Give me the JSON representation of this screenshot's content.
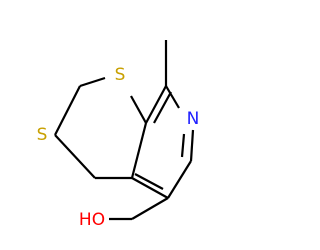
{
  "molecule": {
    "atoms": {
      "s1": {
        "symbol": "S"
      },
      "s2": {
        "symbol": "S"
      },
      "n": {
        "symbol": "N"
      },
      "o": {
        "symbol": "HO"
      }
    }
  },
  "colors": {
    "bond": "#000000",
    "sulfur": "#c8a000",
    "nitrogen": "#2020ff",
    "oxygen": "#ff0000"
  }
}
